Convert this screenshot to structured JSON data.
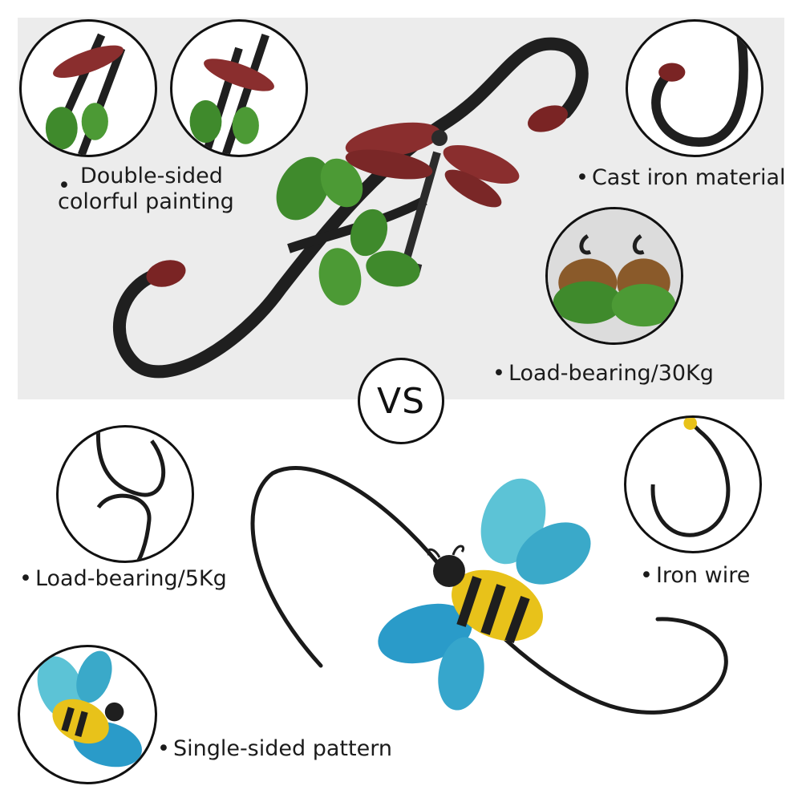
{
  "labels": {
    "double_sided_line1": "Double-sided",
    "double_sided_line2": "colorful painting",
    "cast_iron": "Cast iron material",
    "load_30": "Load-bearing/30Kg",
    "vs": "VS",
    "load_5": "Load-bearing/5Kg",
    "iron_wire": "Iron wire",
    "single_sided": "Single-sided pattern"
  },
  "bullet": "•",
  "colors": {
    "panel_bg": "#ececec",
    "iron_black": "#1f1f1f",
    "dragonfly_wing": "#8a2e2e",
    "leaf_green": "#3f8a2c",
    "bee_blue": "#2aa6c9",
    "bee_yellow": "#e8c21a"
  }
}
